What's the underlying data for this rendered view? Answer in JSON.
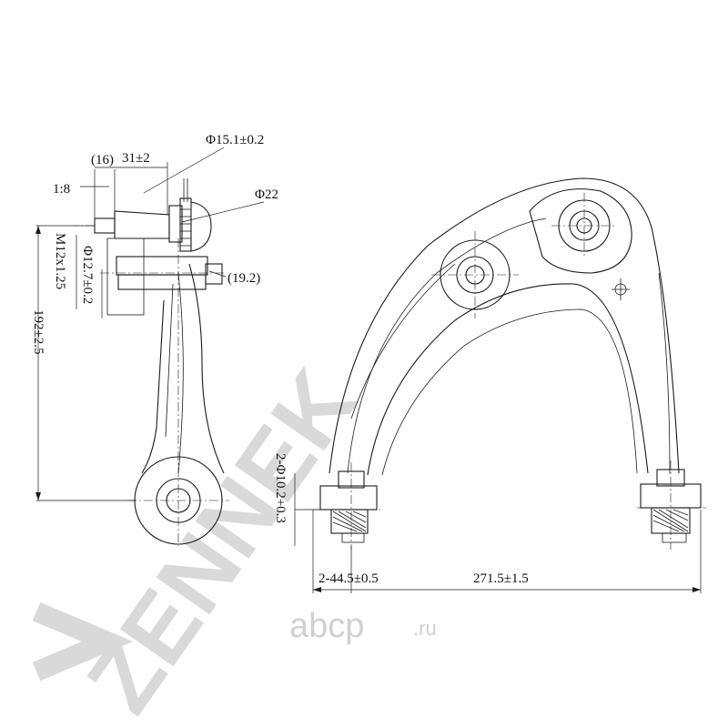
{
  "watermark": {
    "text": "ZENNEK",
    "color": "#d9d9d9"
  },
  "logo": {
    "brand": "abcp",
    "domain": ".ru"
  },
  "dimensions": {
    "taper": "1:8",
    "offset16": "(16)",
    "len31": "31±2",
    "dia15": "Φ15.1±0.2",
    "dia22": "Φ22",
    "thread": "M12x1.25",
    "dia127": "Φ12.7±0.2",
    "h192": "(19.2)",
    "height": "192±2.5",
    "holes": "2-Φ10.2+0.3",
    "spacing44": "2-44.5±0.5",
    "span": "271.5±1.5"
  }
}
